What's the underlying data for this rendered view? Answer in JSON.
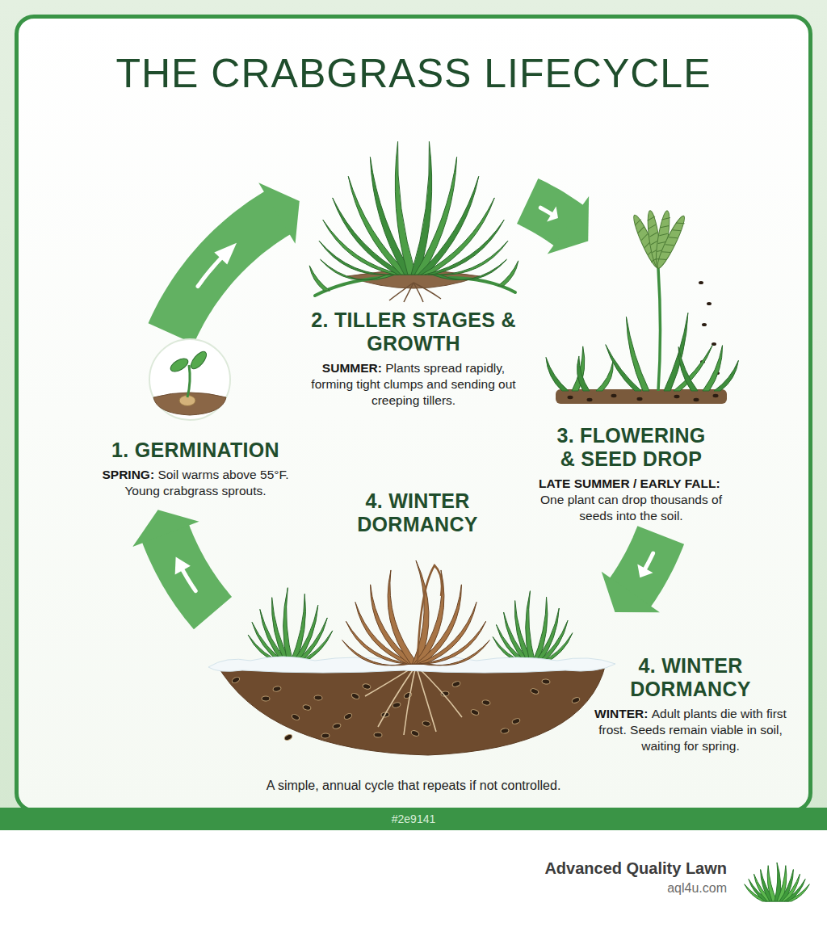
{
  "diagram": {
    "title": "THE CRABGRASS LIFECYCLE",
    "caption": "A simple, annual cycle that repeats if not controlled.",
    "nodes": [
      {
        "text": [
          "1. GERMINATION",
          "SPRING:",
          "Soil warms above 55°F. Young crabgrass sprouts."
        ]
      },
      {
        "text": [
          "2. TILLER STAGES & GROWTH",
          "SUMMER:",
          "Plants spread rapidly, forming tight clumps and sending out creeping tillers."
        ]
      },
      {
        "text": [
          "3. FLOWERING & SEED DROP",
          "LATE SUMMER / EARLY FALL:",
          "One plant can drop thousands of seeds into the soil."
        ]
      },
      {
        "text": [
          "4. WINTER DORMANCY",
          "WINTER:",
          "Adult plants die with first frost. Seeds remain viable in soil, waiting for spring."
        ]
      }
    ],
    "edges": [
      {
        "from": 0,
        "to": 1,
        "arrow": "to"
      },
      {
        "from": 1,
        "to": 2,
        "arrow": "to"
      },
      {
        "from": 2,
        "to": 3,
        "arrow": "to"
      },
      {
        "from": 3,
        "to": 0,
        "arrow": "to"
      }
    ],
    "labels": [
      "4. WINTER DORMANCY",
      "#2e9141",
      "Advanced Quality Lawn",
      "aql4u.com"
    ]
  }
}
